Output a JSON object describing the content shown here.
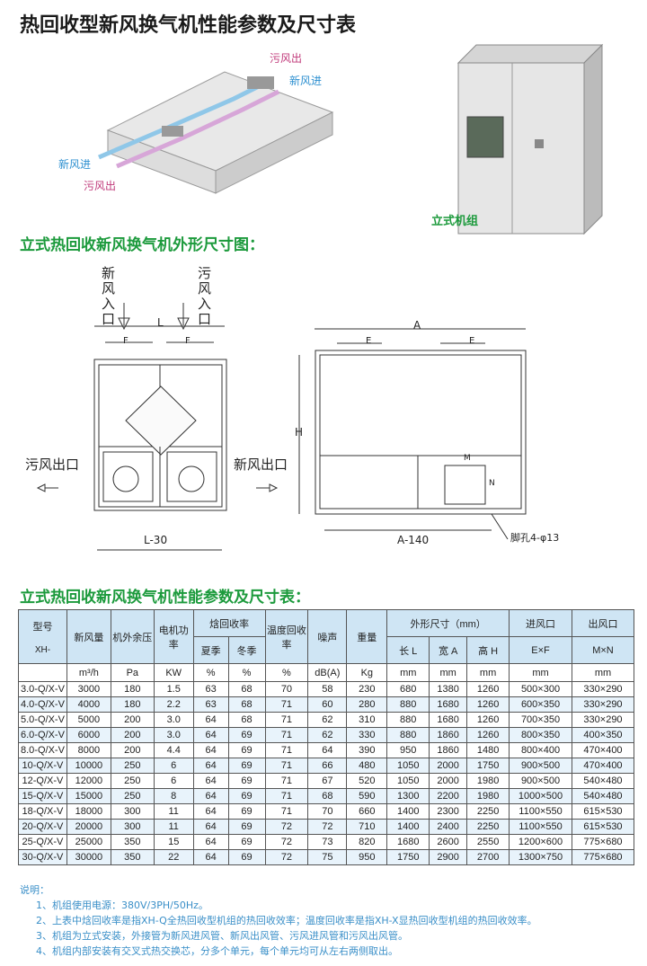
{
  "title": "热回收型新风换气机性能参数及尺寸表",
  "building": {
    "labels": [
      "污风出",
      "新风进",
      "新风进",
      "污风出"
    ]
  },
  "unit_photo": {
    "caption": "立式机组"
  },
  "section1": "立式热回收新风换气机外形尺寸图：",
  "drawing": {
    "left": {
      "fresh_in": "新风入口",
      "exhaust_in": "污风入口",
      "exhaust_out": "污风出口",
      "fresh_out": "新风出口",
      "dim_L": "L",
      "dim_F": "F",
      "dim_L30": "L-30"
    },
    "right": {
      "dim_A": "A",
      "dim_E": "E",
      "dim_H": "H",
      "dim_M": "M",
      "dim_N": "N",
      "dim_A140": "A-140",
      "foot_hole": "脚孔4-φ13"
    }
  },
  "section2": "立式热回收新风换气机性能参数及尺寸表：",
  "table": {
    "h": {
      "model": "型号",
      "model_prefix": "XH-",
      "airflow": "新风量",
      "pressure": "机外余压",
      "power": "电机功率",
      "enthalpy": "焓回收率",
      "summer": "夏季",
      "winter": "冬季",
      "temp": "温度回收率",
      "noise": "噪声",
      "weight": "重量",
      "dims": "外形尺寸（mm）",
      "len": "长 L",
      "wid": "宽 A",
      "hgt": "高 H",
      "inlet": "进风口",
      "inlet_sub": "E×F",
      "outlet": "出风口",
      "outlet_sub": "M×N"
    },
    "units": [
      "m³/h",
      "Pa",
      "KW",
      "%",
      "%",
      "%",
      "dB(A)",
      "Kg",
      "mm",
      "mm",
      "mm",
      "mm",
      "mm"
    ],
    "rows": [
      [
        "3.0-Q/X-V",
        "3000",
        "180",
        "1.5",
        "63",
        "68",
        "70",
        "58",
        "230",
        "680",
        "1380",
        "1260",
        "500×300",
        "330×290"
      ],
      [
        "4.0-Q/X-V",
        "4000",
        "180",
        "2.2",
        "63",
        "68",
        "71",
        "60",
        "280",
        "880",
        "1680",
        "1260",
        "600×350",
        "330×290"
      ],
      [
        "5.0-Q/X-V",
        "5000",
        "200",
        "3.0",
        "64",
        "68",
        "71",
        "62",
        "310",
        "880",
        "1680",
        "1260",
        "700×350",
        "330×290"
      ],
      [
        "6.0-Q/X-V",
        "6000",
        "200",
        "3.0",
        "64",
        "69",
        "71",
        "62",
        "330",
        "880",
        "1860",
        "1260",
        "800×350",
        "400×350"
      ],
      [
        "8.0-Q/X-V",
        "8000",
        "200",
        "4.4",
        "64",
        "69",
        "71",
        "64",
        "390",
        "950",
        "1860",
        "1480",
        "800×400",
        "470×400"
      ],
      [
        "10-Q/X-V",
        "10000",
        "250",
        "6",
        "64",
        "69",
        "71",
        "66",
        "480",
        "1050",
        "2000",
        "1750",
        "900×500",
        "470×400"
      ],
      [
        "12-Q/X-V",
        "12000",
        "250",
        "6",
        "64",
        "69",
        "71",
        "67",
        "520",
        "1050",
        "2000",
        "1980",
        "900×500",
        "540×480"
      ],
      [
        "15-Q/X-V",
        "15000",
        "250",
        "8",
        "64",
        "69",
        "71",
        "68",
        "590",
        "1300",
        "2200",
        "1980",
        "1000×500",
        "540×480"
      ],
      [
        "18-Q/X-V",
        "18000",
        "300",
        "11",
        "64",
        "69",
        "71",
        "70",
        "660",
        "1400",
        "2300",
        "2250",
        "1100×550",
        "615×530"
      ],
      [
        "20-Q/X-V",
        "20000",
        "300",
        "11",
        "64",
        "69",
        "72",
        "72",
        "710",
        "1400",
        "2400",
        "2250",
        "1100×550",
        "615×530"
      ],
      [
        "25-Q/X-V",
        "25000",
        "350",
        "15",
        "64",
        "69",
        "72",
        "73",
        "820",
        "1680",
        "2600",
        "2550",
        "1200×600",
        "775×680"
      ],
      [
        "30-Q/X-V",
        "30000",
        "350",
        "22",
        "64",
        "69",
        "72",
        "75",
        "950",
        "1750",
        "2900",
        "2700",
        "1300×750",
        "775×680"
      ]
    ]
  },
  "notes": {
    "heading": "说明：",
    "items": [
      "1、机组使用电源：380V/3PH/50Hz。",
      "2、上表中焓回收率是指XH-Q全热回收型机组的热回收效率；温度回收率是指XH-X显热回收型机组的热回收效率。",
      "3、机组为立式安装，外接管为新风进风管、新风出风管、污风进风管和污风出风管。",
      "4、机组内部安装有交叉式热交换芯，分多个单元，每个单元均可从左右两侧取出。"
    ]
  }
}
